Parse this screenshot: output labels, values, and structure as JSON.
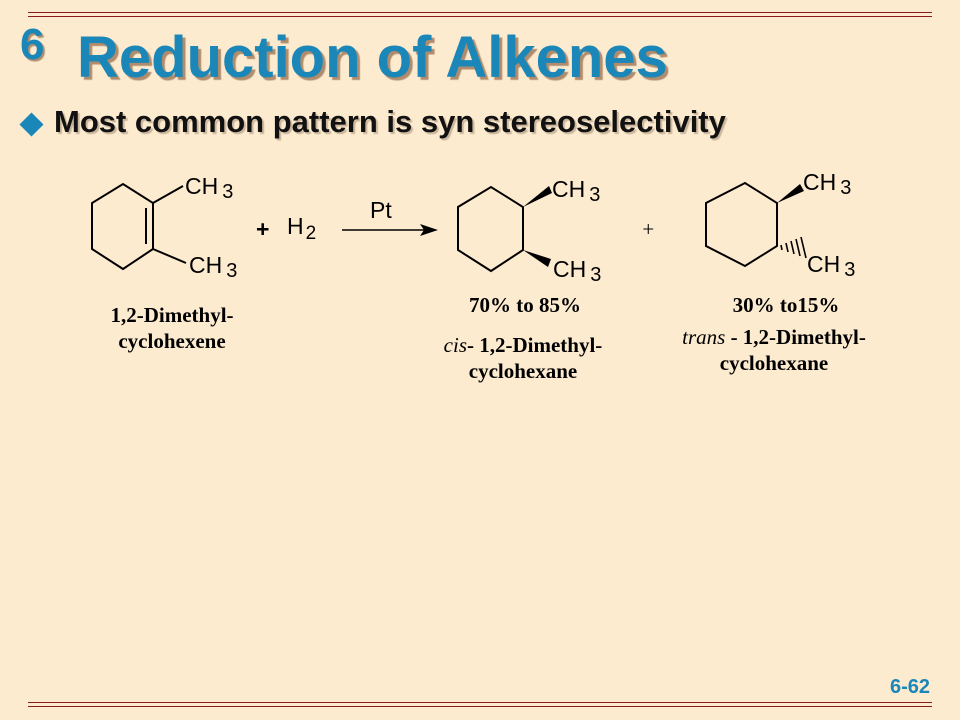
{
  "slide": {
    "chapter": "6",
    "title": "Reduction of Alkenes",
    "bullet": "Most common pattern is syn stereoselectivity",
    "page_number": "6-62"
  },
  "reaction": {
    "reactant_methyl": "CH",
    "methyl_subscript": "3",
    "reactant_name_line1": "1,2-Dimethyl-",
    "reactant_name_line2": "cyclohexene",
    "plus": "+",
    "reagent": "H",
    "reagent_subscript": "2",
    "catalyst": "Pt",
    "cis_yield": "70% to 85%",
    "cis_prefix": "cis",
    "cis_name_line1": "- 1,2-Dimethyl-",
    "cis_name_line2": "cyclohexane",
    "products_plus": "+",
    "trans_yield": "30% to15%",
    "trans_prefix": "trans",
    "trans_name_line1": " - 1,2-Dimethyl-",
    "trans_name_line2": "cyclohexane"
  }
}
